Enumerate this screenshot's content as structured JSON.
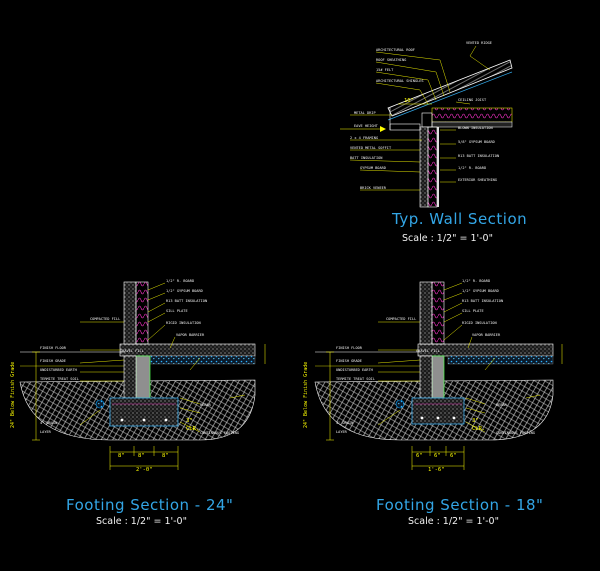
{
  "colors": {
    "background": "#000000",
    "title": "#33a6e6",
    "dimension": "#ffff00",
    "leader": "#ffff00",
    "concrete_fill": "#8f8f8f",
    "rebar": "#ffffff",
    "insulation": "#ff33cc",
    "earth_hatch": "#d9d9d9",
    "drain_stone": "#00a0ff",
    "note_text": "#f2f2f2"
  },
  "wall_section": {
    "title": "Typ. Wall Section",
    "scale": "Scale : 1/2\" = 1'-0\"",
    "notes": [
      "ARCHITECTURAL ROOF",
      "ROOF SHEATHING",
      "15# FELT",
      "ARCHITECTURAL SHINGLES",
      "VENTED RIDGE",
      "METAL DRIP",
      "EAVE HEIGHT",
      "2 x 4 FRAMING",
      "VENTED METAL SOFFIT",
      "BATT INSULATION",
      "GYPSUM BOARD",
      "BRICK VENEER",
      "CEILING JOIST",
      "BLOWN INSULATION",
      "5/8\" GYPSUM BOARD",
      "R13 BATT INSULATION",
      "1/2\" R. BOARD",
      "EXTERIOR SHEATHING"
    ],
    "dims": [
      "16\""
    ]
  },
  "footing_24": {
    "title": "Footing Section - 24\"",
    "scale": "Scale : 1/2\" = 1'-0\"",
    "notes_left": [
      "FINISH FLOOR",
      "FINISH GRADE",
      "UNDISTURBED EARTH",
      "TERMITE TREAT SOIL",
      "4\" DRAIN",
      "LAYER"
    ],
    "notes_right": [
      "1/2\" R. BOARD",
      "1/2\" GYPSUM BOARD",
      "R13 BATT INSULATION",
      "SILL PLATE",
      "RIGID INSULATION",
      "VAPOR BARRIER",
      "GRAVEL FILL",
      "COMPACTED FILL",
      "REBAR",
      "CONTINUOUS FOOTING"
    ],
    "dims": [
      "8\"",
      "8\"",
      "8\"",
      "2'-0\"",
      "3\"",
      "CLR."
    ],
    "side_label": "24\" Below Finish Grade"
  },
  "footing_18": {
    "title": "Footing Section - 18\"",
    "scale": "Scale : 1/2\" = 1'-0\"",
    "notes_left": [
      "FINISH FLOOR",
      "FINISH GRADE",
      "UNDISTURBED EARTH",
      "TERMITE TREAT SOIL",
      "4\" DRAIN",
      "LAYER"
    ],
    "notes_right": [
      "1/2\" R. BOARD",
      "1/2\" GYPSUM BOARD",
      "R13 BATT INSULATION",
      "SILL PLATE",
      "RIGID INSULATION",
      "VAPOR BARRIER",
      "GRAVEL FILL",
      "COMPACTED FILL",
      "REBAR",
      "CONTINUOUS FOOTING"
    ],
    "dims": [
      "6\"",
      "6\"",
      "6\"",
      "1'-6\"",
      "3\"",
      "CLR."
    ],
    "side_label": "24\" Below Finish Grade"
  }
}
